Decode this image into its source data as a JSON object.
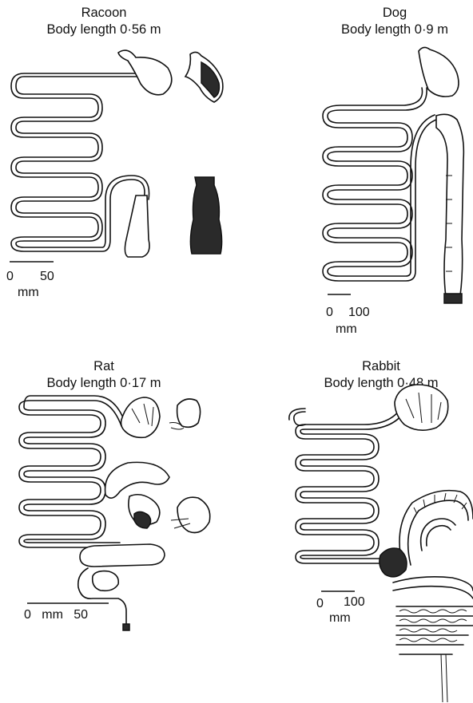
{
  "figure": {
    "panels": {
      "racoon": {
        "name": "Racoon",
        "body_length": "Body length 0·56 m",
        "scale_start": "0",
        "scale_end": "50",
        "scale_unit": "mm"
      },
      "dog": {
        "name": "Dog",
        "body_length": "Body length 0·9 m",
        "scale_start": "0",
        "scale_end": "100",
        "scale_unit": "mm"
      },
      "rat": {
        "name": "Rat",
        "body_length": "Body length 0·17 m",
        "scale_label": "0   mm   50"
      },
      "rabbit": {
        "name": "Rabbit",
        "body_length": "Body length 0·48 m",
        "scale_start": "0",
        "scale_end": "100",
        "scale_unit": "mm"
      }
    }
  }
}
